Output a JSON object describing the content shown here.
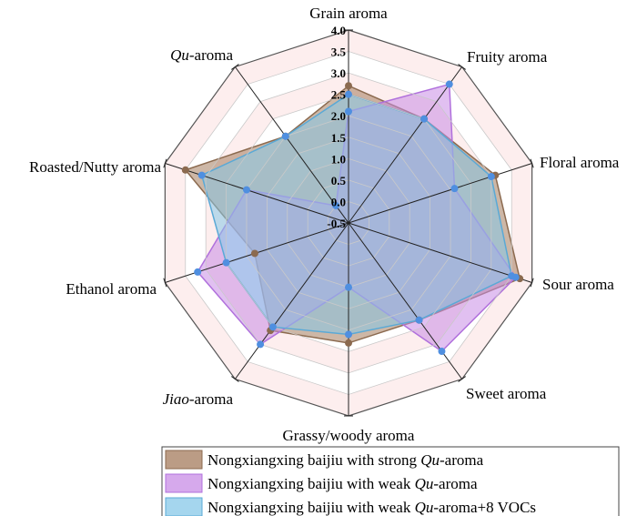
{
  "chart_data": {
    "type": "radar",
    "axes": [
      {
        "pre": "",
        "it": "",
        "post": "Grain aroma"
      },
      {
        "pre": "",
        "it": "",
        "post": "Fruity aroma"
      },
      {
        "pre": "",
        "it": "",
        "post": "Floral aroma"
      },
      {
        "pre": "",
        "it": "",
        "post": "Sour aroma"
      },
      {
        "pre": "",
        "it": "",
        "post": "Sweet aroma"
      },
      {
        "pre": "",
        "it": "",
        "post": "Grassy/woody aroma"
      },
      {
        "pre": "",
        "it": "Jiao",
        "post": "-aroma"
      },
      {
        "pre": "",
        "it": "",
        "post": "Ethanol aroma"
      },
      {
        "pre": "",
        "it": "",
        "post": "Roasted/Nutty aroma"
      },
      {
        "pre": "",
        "it": "Qu",
        "post": "-aroma"
      }
    ],
    "axis_full_labels": [
      "Grain aroma",
      "Fruity aroma",
      "Floral aroma",
      "Sour aroma",
      "Sweet aroma",
      "Grassy/woody aroma",
      "Jiao-aroma",
      "Ethanol aroma",
      "Roasted/Nutty aroma",
      "Qu-aroma"
    ],
    "rmin": -0.5,
    "rmax": 4.0,
    "ticks": [
      "-0.5",
      "0.0",
      "0.5",
      "1.0",
      "1.5",
      "2.0",
      "2.5",
      "3.0",
      "3.5",
      "4.0"
    ],
    "grid": true,
    "legend_position": "bottom-center",
    "series": [
      {
        "name": "Nongxiangxing baijiu with strong Qu-aroma",
        "legend": {
          "pre": "Nongxiangxing baijiu with strong ",
          "it": "Qu",
          "post": "-aroma"
        },
        "fill": "#a47b5c",
        "stroke": "#8b6a4f",
        "marker": "#8b6a4f",
        "values": [
          2.7,
          2.5,
          3.1,
          3.7,
          2.3,
          2.3,
          2.6,
          1.8,
          3.5,
          2.0
        ]
      },
      {
        "name": "Nongxiangxing baijiu with weak Qu-aroma",
        "legend": {
          "pre": "Nongxiangxing baijiu with weak ",
          "it": "Qu",
          "post": "-aroma"
        },
        "fill": "#c88ce6",
        "stroke": "#b070dc",
        "marker": "#4f8fe0",
        "values": [
          2.1,
          3.5,
          2.1,
          3.6,
          3.2,
          1.0,
          3.0,
          3.2,
          2.0,
          0.0
        ]
      },
      {
        "name": "Nongxiangxing baijiu with weak Qu-aroma+8 VOCs",
        "legend": {
          "pre": "Nongxiangxing baijiu with weak ",
          "it": "Qu",
          "post": "-aroma+8 VOCs"
        },
        "fill": "#87c8e8",
        "stroke": "#5aa9d6",
        "marker": "#4f8fe0",
        "values": [
          2.5,
          2.5,
          3.0,
          3.5,
          2.3,
          2.1,
          2.5,
          2.5,
          3.1,
          2.0
        ]
      }
    ]
  }
}
